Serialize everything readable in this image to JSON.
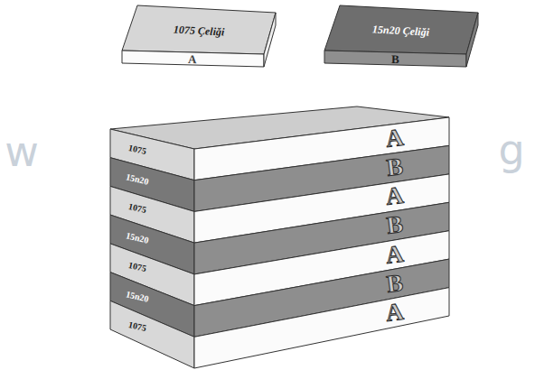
{
  "diagram": {
    "nodes": [
      {
        "text": [
          "1075 Çeliği",
          "A"
        ]
      },
      {
        "text": [
          "15n20 Çeliği",
          "B"
        ]
      },
      {
        "text": [
          "1075",
          "A"
        ]
      },
      {
        "text": [
          "15n20",
          "B"
        ]
      },
      {
        "text": [
          "1075",
          "A"
        ]
      },
      {
        "text": [
          "15n20",
          "B"
        ]
      },
      {
        "text": [
          "1075",
          "A"
        ]
      },
      {
        "text": [
          "15n20",
          "B"
        ]
      },
      {
        "text": [
          "1075",
          "A"
        ]
      }
    ],
    "labels": [
      "w",
      "g"
    ]
  }
}
